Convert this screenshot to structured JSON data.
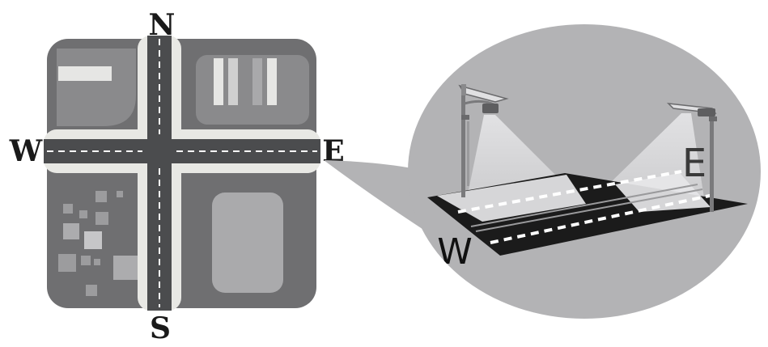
{
  "map": {
    "compass": {
      "north": "N",
      "south": "S",
      "west": "W",
      "east": "E"
    },
    "colors": {
      "block_dark": "#6f6f71",
      "block_light": "#8a8a8c",
      "sidewalk": "#e8e8e4",
      "road": "#4b4c4e",
      "lane_marking": "#ffffff"
    }
  },
  "zoom_view": {
    "west_label": "W",
    "east_label": "E",
    "colors": {
      "bubble": "#b3b3b5",
      "road": "#1b1b1b",
      "light_beam": "#d7d7d9",
      "pole": "#7a7a7c"
    }
  }
}
